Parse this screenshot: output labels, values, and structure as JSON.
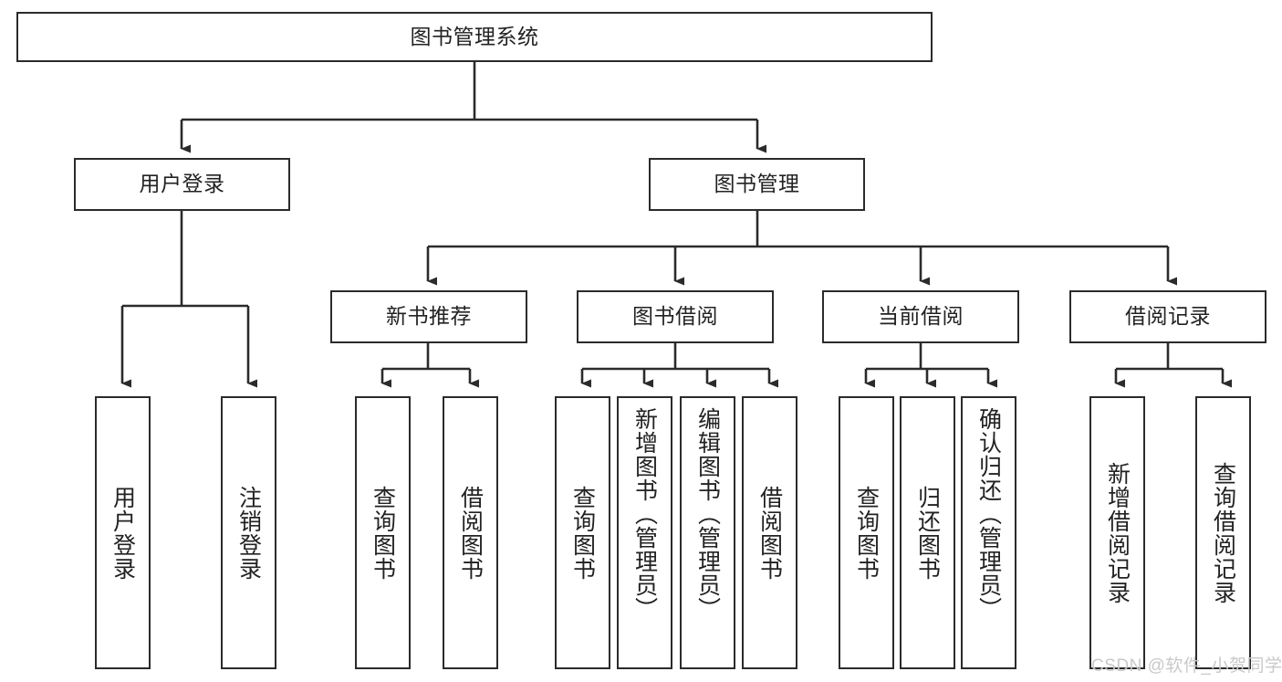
{
  "diagram": {
    "title": "图书管理系统",
    "type": "hierarchy-tree",
    "watermark": "CSDN @软件_小贺同学",
    "colors": {
      "box_border": "#2b2b2b",
      "box_fill": "#ffffff",
      "connector": "#2b2b2b",
      "text": "#222222",
      "watermark": "#c9c9c9"
    },
    "levels": {
      "root": {
        "label": "图书管理系统"
      },
      "level2": [
        {
          "label": "用户登录"
        },
        {
          "label": "图书管理"
        }
      ],
      "level3": [
        {
          "label": "新书推荐"
        },
        {
          "label": "图书借阅"
        },
        {
          "label": "当前借阅"
        },
        {
          "label": "借阅记录"
        }
      ],
      "leaves": [
        {
          "label": "用户登录",
          "parent": "用户登录"
        },
        {
          "label": "注销登录",
          "parent": "用户登录"
        },
        {
          "label": "查询图书",
          "parent": "新书推荐"
        },
        {
          "label": "借阅图书",
          "parent": "新书推荐"
        },
        {
          "label": "查询图书",
          "parent": "图书借阅"
        },
        {
          "label": "新增图书（管理员）",
          "parent": "图书借阅"
        },
        {
          "label": "编辑图书（管理员）",
          "parent": "图书借阅"
        },
        {
          "label": "借阅图书",
          "parent": "图书借阅"
        },
        {
          "label": "查询图书",
          "parent": "当前借阅"
        },
        {
          "label": "归还图书",
          "parent": "当前借阅"
        },
        {
          "label": "确认归还（管理员）",
          "parent": "当前借阅"
        },
        {
          "label": "新增借阅记录",
          "parent": "借阅记录"
        },
        {
          "label": "查询借阅记录",
          "parent": "借阅记录"
        }
      ]
    }
  }
}
